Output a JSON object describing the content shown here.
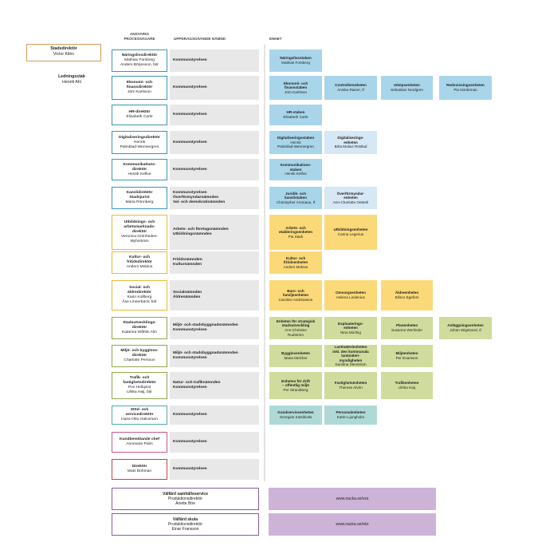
{
  "headers": {
    "owner": "ANSVARIG\nPROCESSÄGARE",
    "committee": "UPPDRAGSGIVANDE NÄMND",
    "unit": "ENHET"
  },
  "top": {
    "title": "Stadsdirektör",
    "person": "Victor Kilén"
  },
  "staff": {
    "title": "Ledningsstab",
    "person": "Henrik Ahl"
  },
  "colors": {
    "blue_border": "#3a95b5",
    "blue_fill": "#a9d5ea",
    "light_blue_fill": "#d6e7f5",
    "yellow_border": "#e2bd38",
    "yellow_fill": "#fbd978",
    "green_border": "#8fa94a",
    "green_fill": "#cfdc9d",
    "teal_border": "#4daaaa",
    "teal_fill": "#aed9d7",
    "pink_border": "#c25a8f",
    "red_border": "#c0444b",
    "purple_border": "#8b5aa3",
    "purple_fill": "#cdb3d8",
    "orange_border": "#d99a52"
  },
  "rows": [
    {
      "title": "Näringslivsdirektör",
      "person": "Mathias Forsberg\nAnders Börjesson, bitr",
      "border": "#3a95b5",
      "committee": "Kommunstyrelsen",
      "units": [
        {
          "title": "Näringslivsstaben",
          "person": "Mathias Forsberg",
          "fill": "#a9d5ea"
        }
      ]
    },
    {
      "title": "Ekonomi- och\nfinansdirektör",
      "person": "Jörn Karlsson",
      "border": "#3a95b5",
      "committee": "Kommunstyrelsen",
      "units": [
        {
          "title": "Ekonomi- och\nfinansstaben",
          "person": "Jörn Karlsson",
          "fill": "#a9d5ea"
        },
        {
          "title": "Controllerenheten",
          "person": "Annika Rainer, tf",
          "fill": "#a9d5ea"
        },
        {
          "title": "Inköpsenheten",
          "person": "Sebastian Nordgren",
          "fill": "#a9d5ea"
        },
        {
          "title": "Redovisningsenheten",
          "person": "Pia Nordeman",
          "fill": "#a9d5ea"
        }
      ]
    },
    {
      "title": "HR-direktör",
      "person": "Elisabeth Carle",
      "border": "#3a95b5",
      "committee": "Kommunstyrelsen",
      "units": [
        {
          "title": "HR-staben",
          "person": "Elisabeth Carle",
          "fill": "#a9d5ea"
        }
      ]
    },
    {
      "title": "Digitaliseringsdirektör",
      "person": "Henrik\nPalmblad-Wennergren",
      "border": "#3a95b5",
      "committee": "Kommunstyrelsen",
      "units": [
        {
          "title": "Digitaliseringsstaben",
          "person": "Henrik\nPalmblad-Wennergren",
          "fill": "#a9d5ea"
        },
        {
          "title": "Digitaliserings-\nenheten",
          "person": "Brita Molavi Röstlad",
          "fill": "#d6e7f5"
        }
      ]
    },
    {
      "title": "Kommunikations-\ndirektör",
      "person": "Henrik Kelfve",
      "border": "#3a95b5",
      "committee": "Kommunstyrelsen",
      "units": [
        {
          "title": "Kommunikations-\nstaben",
          "person": "Henrik Kelfve",
          "fill": "#a9d5ea"
        }
      ]
    },
    {
      "title": "Kanslidirektör\nStadsjurist",
      "person": "Maria Rönnberg",
      "border": "#3a95b5",
      "committee": "Kommunstyrelsen\nÖverförmyndarnämnden\nVal- och demokratinämnden",
      "units": [
        {
          "title": "Juridik- och\nkanslistaben",
          "person": "Christopher Arontaus, tf",
          "fill": "#a9d5ea"
        },
        {
          "title": "Överförmyndar-\nenheten",
          "person": "Ann-Charlotte Oetterli",
          "fill": "#d6e7f5"
        }
      ]
    },
    {
      "title": "Utbildnings- och\narbetsmarknads-\ndirektör",
      "person": "Veronica Grimheden-\nMyhrström",
      "border": "#e2bd38",
      "committee": "Arbets- och företagsnämnden\nUtbildningsnämnden",
      "units": [
        {
          "title": "Arbets- och\netableringsenheten",
          "person": "Pia Stark",
          "fill": "#fbd978"
        },
        {
          "title": "Utbildningsenheten",
          "person": "Carina Legerius",
          "fill": "#fbd978"
        }
      ]
    },
    {
      "title": "Kultur- och\nfritidsdirektör",
      "person": "Anders Mebius",
      "border": "#e2bd38",
      "committee": "Fritidsnämnden\nKulturnämnden",
      "units": [
        {
          "title": "Kultur- och\nfritidsenheten",
          "person": "Anders Mebius",
          "fill": "#fbd978"
        }
      ]
    },
    {
      "title": "Social- och\näldredirektör",
      "person": "Karin Kollberg\nÅse Linnerbäck, bitr",
      "border": "#e2bd38",
      "committee": "Socialnämnden\nÄldrenämnden",
      "units": [
        {
          "title": "Barn- och\nfamiljeenheten",
          "person": "Caroline Andréasson",
          "fill": "#fbd978"
        },
        {
          "title": "Omsorgsenheten",
          "person": "Helena Lindenius",
          "fill": "#fbd978"
        },
        {
          "title": "Äldreenheten",
          "person": "Ellinor Egefors",
          "fill": "#fbd978"
        }
      ]
    },
    {
      "title": "Stadsutvecklings-\ndirektör",
      "person": "Katarina Wåhlin Alm",
      "border": "#8fa94a",
      "committee": "Miljö- och stadsbyggnadsnämnden\nKommunstyrelsen",
      "units": [
        {
          "title": "Enheten för strategisk\nstadsutveckling",
          "person": "Ann-Christine\nRudström",
          "fill": "#cfdc9d"
        },
        {
          "title": "Exploaterings-\nenheten",
          "person": "Nina Morling",
          "fill": "#cfdc9d"
        },
        {
          "title": "Planenheten",
          "person": "Susanne Werlinder",
          "fill": "#cfdc9d"
        },
        {
          "title": "Anläggningsenheten",
          "person": "Johan Wigstrand, tf",
          "fill": "#cfdc9d"
        }
      ]
    },
    {
      "title": "Miljö- och bygglovs-\ndirektör",
      "person": "Charlotte Persson",
      "border": "#8fa94a",
      "committee": "Miljö- och stadsbyggnadsnämnden\nKommunstyrelsen",
      "units": [
        {
          "title": "Bygglovenheten",
          "person": "Maria Melcher",
          "fill": "#cfdc9d"
        },
        {
          "title": "Lantmäterienheten\ninkl. den kommunala\nlantmäteri-\nmyndigheten",
          "person": "Karolina Stenström",
          "fill": "#cfdc9d"
        },
        {
          "title": "Miljöenheten",
          "person": "Per Enarsson",
          "fill": "#cfdc9d"
        }
      ]
    },
    {
      "title": "Trafik- och\nfastighetsdirektör",
      "person": "Pos Hellqvist\nUlrika Haij, bitr",
      "border": "#8fa94a",
      "committee": "Natur- och trafiknämnden\nKommunstyrelsen",
      "units": [
        {
          "title": "Enheten för drift\n– offentlig miljö",
          "person": "Per Strandberg",
          "fill": "#cfdc9d"
        },
        {
          "title": "Fastighetsenheten",
          "person": "Therese Alvén",
          "fill": "#cfdc9d"
        },
        {
          "title": "Trafikenheten",
          "person": "Ulrika Haij",
          "fill": "#cfdc9d"
        }
      ]
    },
    {
      "title": "Stöd- och\nservicedirektör",
      "person": "Hans-Otto Halvorsen",
      "border": "#4daaaa",
      "committee": "Kommunstyrelsen",
      "units": [
        {
          "title": "Kundserviceenheten",
          "person": "Georgios Katsikiotis",
          "fill": "#aed9d7"
        },
        {
          "title": "Personalenheten",
          "person": "Katrin Ljungholm",
          "fill": "#aed9d7"
        }
      ]
    },
    {
      "title": "Kundbemötande chef",
      "person": "Annmarie Palm",
      "border": "#c25a8f",
      "committee": "Kommunstyrelsen",
      "units": []
    },
    {
      "title": "Direktör",
      "person": "Mats Bohman",
      "border": "#c0444b",
      "committee": "Kommunstyrelsen",
      "units": []
    }
  ],
  "bottom": [
    {
      "title": "Välfärd samhällsservice",
      "sub": "Produktionsdirektör",
      "person": "Anette Böe",
      "url": "www.nacka.se/vss"
    },
    {
      "title": "Välfärd skola",
      "sub": "Produktionsdirektör",
      "person": "Einar Fransson",
      "url": "www.nacka.se/nks"
    }
  ]
}
